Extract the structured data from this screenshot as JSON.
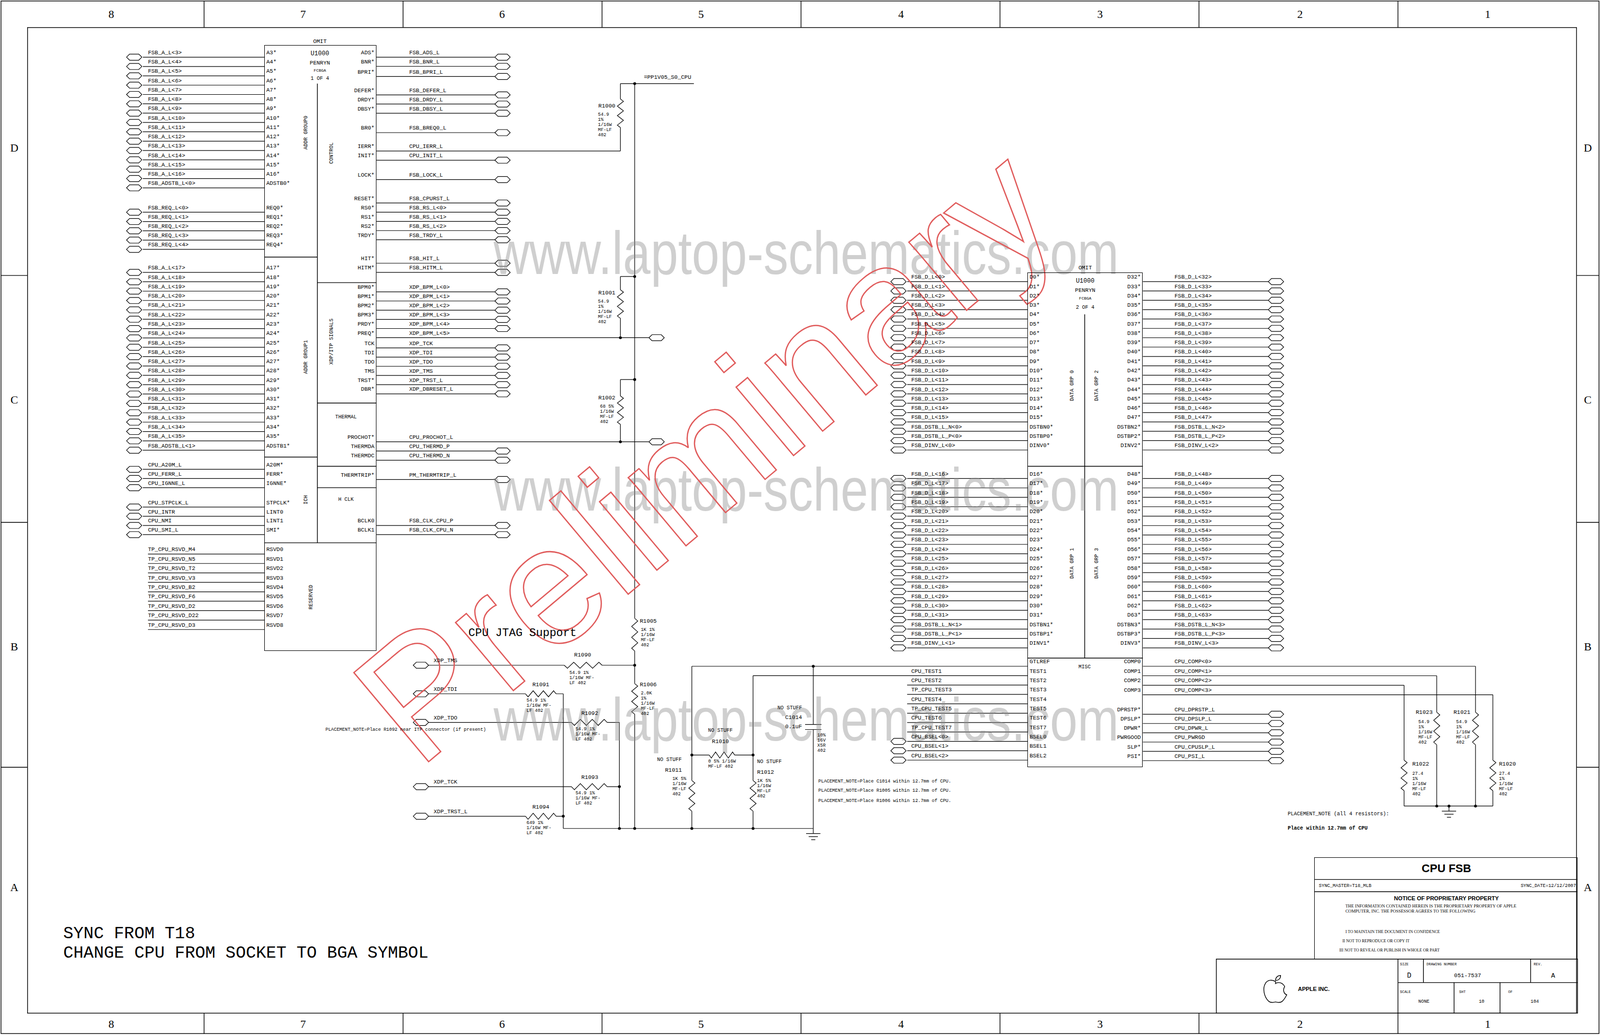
{
  "diagram": {
    "title": "CPU FSB",
    "nodes": [
      {
        "text": [
          "OMIT",
          "U1000",
          "PENRYN",
          "FCBGA",
          "1 OF 4"
        ]
      },
      {
        "text": [
          "OMIT",
          "U1000",
          "PENRYN",
          "FCBGA",
          "2 OF 4"
        ]
      },
      {
        "text": [
          "SYNC_MASTER=T18_MLB",
          "SYNC_DATE=12/12/2007",
          "NOTICE OF PROPRIETARY PROPERTY",
          "THE INFORMATION CONTAINED HEREIN IS THE PROPRIETARY PROPERTY OF APPLE COMPUTER, INC. THE POSSESSOR AGREES TO THE FOLLOWING",
          "I TO MAINTAIN THE DOCUMENT IN CONFIDENCE",
          "II NOT TO REPRODUCE OR COPY IT",
          "III NOT TO REVEAL OR PUBLISH IN WHOLE OR PART"
        ]
      }
    ],
    "labels": [
      "8",
      "7",
      "6",
      "5",
      "4",
      "3",
      "2",
      "1",
      "8",
      "7",
      "6",
      "5",
      "4",
      "3",
      "2",
      "1",
      "D",
      "C",
      "B",
      "A",
      "D",
      "C",
      "B",
      "A",
      "www.laptop-schematics.com",
      "www.laptop-schematics.com",
      "www.laptop-schematics.com",
      "Preliminary",
      "FSB_A_L<3>",
      "FSB_A_L<4>",
      "FSB_A_L<5>",
      "FSB_A_L<6>",
      "FSB_A_L<7>",
      "FSB_A_L<8>",
      "FSB_A_L<9>",
      "FSB_A_L<10>",
      "FSB_A_L<11>",
      "FSB_A_L<12>",
      "FSB_A_L<13>",
      "FSB_A_L<14>",
      "FSB_A_L<15>",
      "FSB_A_L<16>",
      "FSB_ADSTB_L<0>",
      "FSB_REQ_L<0>",
      "FSB_REQ_L<1>",
      "FSB_REQ_L<2>",
      "FSB_REQ_L<3>",
      "FSB_REQ_L<4>",
      "FSB_A_L<17>",
      "FSB_A_L<18>",
      "FSB_A_L<19>",
      "FSB_A_L<20>",
      "FSB_A_L<21>",
      "FSB_A_L<22>",
      "FSB_A_L<23>",
      "FSB_A_L<24>",
      "FSB_A_L<25>",
      "FSB_A_L<26>",
      "FSB_A_L<27>",
      "FSB_A_L<28>",
      "FSB_A_L<29>",
      "FSB_A_L<30>",
      "FSB_A_L<31>",
      "FSB_A_L<32>",
      "FSB_A_L<33>",
      "FSB_A_L<34>",
      "FSB_A_L<35>",
      "FSB_ADSTB_L<1>",
      "CPU_A20M_L",
      "CPU_FERR_L",
      "CPU_IGNNE_L",
      "CPU_STPCLK_L",
      "CPU_INTR",
      "CPU_NMI",
      "CPU_SMI_L",
      "TP_CPU_RSVD_M4",
      "TP_CPU_RSVD_N5",
      "TP_CPU_RSVD_T2",
      "TP_CPU_RSVD_V3",
      "TP_CPU_RSVD_B2",
      "TP_CPU_RSVD_F6",
      "TP_CPU_RSVD_D2",
      "TP_CPU_RSVD_D22",
      "TP_CPU_RSVD_D3",
      "A3*",
      "A4*",
      "A5*",
      "A6*",
      "A7*",
      "A8*",
      "A9*",
      "A10*",
      "A11*",
      "A12*",
      "A13*",
      "A14*",
      "A15*",
      "A16*",
      "ADSTB0*",
      "REQ0*",
      "REQ1*",
      "REQ2*",
      "REQ3*",
      "REQ4*",
      "A17*",
      "A18*",
      "A19*",
      "A20*",
      "A21*",
      "A22*",
      "A23*",
      "A24*",
      "A25*",
      "A26*",
      "A27*",
      "A28*",
      "A29*",
      "A30*",
      "A31*",
      "A32*",
      "A33*",
      "A34*",
      "A35*",
      "ADSTB1*",
      "A20M*",
      "FERR*",
      "IGNNE*",
      "STPCLK*",
      "LINT0",
      "LINT1",
      "SMI*",
      "RSVD0",
      "RSVD1",
      "RSVD2",
      "RSVD3",
      "RSVD4",
      "RSVD5",
      "RSVD6",
      "RSVD7",
      "RSVD8",
      "ADS*",
      "BNR*",
      "BPRI*",
      "DEFER*",
      "DRDY*",
      "DBSY*",
      "BR0*",
      "IERR*",
      "INIT*",
      "LOCK*",
      "RESET*",
      "RS0*",
      "RS1*",
      "RS2*",
      "TRDY*",
      "HIT*",
      "HITM*",
      "BPM0*",
      "BPM1*",
      "BPM2*",
      "BPM3*",
      "PRDY*",
      "PREQ*",
      "TCK",
      "TDI",
      "TDO",
      "TMS",
      "TRST*",
      "DBR*",
      "PROCHOT*",
      "THERMDA",
      "THERMDC",
      "THERMTRIP*",
      "BCLK0",
      "BCLK1",
      "FSB_ADS_L",
      "FSB_BNR_L",
      "FSB_BPRI_L",
      "FSB_DEFER_L",
      "FSB_DRDY_L",
      "FSB_DBSY_L",
      "FSB_BREQ0_L",
      "CPU_IERR_L",
      "CPU_INIT_L",
      "FSB_LOCK_L",
      "FSB_CPURST_L",
      "FSB_RS_L<0>",
      "FSB_RS_L<1>",
      "FSB_RS_L<2>",
      "FSB_TRDY_L",
      "FSB_HIT_L",
      "FSB_HITM_L",
      "XDP_BPM_L<0>",
      "XDP_BPM_L<1>",
      "XDP_BPM_L<2>",
      "XDP_BPM_L<3>",
      "XDP_BPM_L<4>",
      "XDP_BPM_L<5>",
      "XDP_TCK",
      "XDP_TDI",
      "XDP_TDO",
      "XDP_TMS",
      "XDP_TRST_L",
      "XDP_DBRESET_L",
      "CPU_PROCHOT_L",
      "CPU_THERMD_P",
      "CPU_THERMD_N",
      "PM_THERMTRIP_L",
      "FSB_CLK_CPU_P",
      "FSB_CLK_CPU_N",
      "ADDR GROUP0",
      "CONTROL",
      "ADDR GROUP1",
      "XDP/ITP SIGNALS",
      "THERMAL",
      "ICH",
      "H CLK",
      "RESERVED",
      "D0*",
      "D1*",
      "D2*",
      "D3*",
      "D4*",
      "D5*",
      "D6*",
      "D7*",
      "D8*",
      "D9*",
      "D10*",
      "D11*",
      "D12*",
      "D13*",
      "D14*",
      "D15*",
      "DSTBN0*",
      "DSTBP0*",
      "DINV0*",
      "D16*",
      "D17*",
      "D18*",
      "D19*",
      "D20*",
      "D21*",
      "D22*",
      "D23*",
      "D24*",
      "D25*",
      "D26*",
      "D27*",
      "D28*",
      "D29*",
      "D30*",
      "D31*",
      "DSTBN1*",
      "DSTBP1*",
      "DINV1*",
      "D32*",
      "D33*",
      "D34*",
      "D35*",
      "D36*",
      "D37*",
      "D38*",
      "D39*",
      "D40*",
      "D41*",
      "D42*",
      "D43*",
      "D44*",
      "D45*",
      "D46*",
      "D47*",
      "DSTBN2*",
      "DSTBP2*",
      "DINV2*",
      "D48*",
      "D49*",
      "D50*",
      "D51*",
      "D52*",
      "D53*",
      "D54*",
      "D55*",
      "D56*",
      "D57*",
      "D58*",
      "D59*",
      "D60*",
      "D61*",
      "D62*",
      "D63*",
      "DSTBN3*",
      "DSTBP3*",
      "DINV3*",
      "FSB_D_L<0>",
      "FSB_D_L<1>",
      "FSB_D_L<2>",
      "FSB_D_L<3>",
      "FSB_D_L<4>",
      "FSB_D_L<5>",
      "FSB_D_L<6>",
      "FSB_D_L<7>",
      "FSB_D_L<8>",
      "FSB_D_L<9>",
      "FSB_D_L<10>",
      "FSB_D_L<11>",
      "FSB_D_L<12>",
      "FSB_D_L<13>",
      "FSB_D_L<14>",
      "FSB_D_L<15>",
      "FSB_DSTB_L_N<0>",
      "FSB_DSTB_L_P<0>",
      "FSB_DINV_L<0>",
      "FSB_D_L<16>",
      "FSB_D_L<17>",
      "FSB_D_L<18>",
      "FSB_D_L<19>",
      "FSB_D_L<20>",
      "FSB_D_L<21>",
      "FSB_D_L<22>",
      "FSB_D_L<23>",
      "FSB_D_L<24>",
      "FSB_D_L<25>",
      "FSB_D_L<26>",
      "FSB_D_L<27>",
      "FSB_D_L<28>",
      "FSB_D_L<29>",
      "FSB_D_L<30>",
      "FSB_D_L<31>",
      "FSB_DSTB_L_N<1>",
      "FSB_DSTB_L_P<1>",
      "FSB_DINV_L<1>",
      "FSB_D_L<32>",
      "FSB_D_L<33>",
      "FSB_D_L<34>",
      "FSB_D_L<35>",
      "FSB_D_L<36>",
      "FSB_D_L<37>",
      "FSB_D_L<38>",
      "FSB_D_L<39>",
      "FSB_D_L<40>",
      "FSB_D_L<41>",
      "FSB_D_L<42>",
      "FSB_D_L<43>",
      "FSB_D_L<44>",
      "FSB_D_L<45>",
      "FSB_D_L<46>",
      "FSB_D_L<47>",
      "FSB_DSTB_L_N<2>",
      "FSB_DSTB_L_P<2>",
      "FSB_DINV_L<2>",
      "FSB_D_L<48>",
      "FSB_D_L<49>",
      "FSB_D_L<50>",
      "FSB_D_L<51>",
      "FSB_D_L<52>",
      "FSB_D_L<53>",
      "FSB_D_L<54>",
      "FSB_D_L<55>",
      "FSB_D_L<56>",
      "FSB_D_L<57>",
      "FSB_D_L<58>",
      "FSB_D_L<59>",
      "FSB_D_L<60>",
      "FSB_D_L<61>",
      "FSB_D_L<62>",
      "FSB_D_L<63>",
      "FSB_DSTB_L_N<3>",
      "FSB_DSTB_L_P<3>",
      "FSB_DINV_L<3>",
      "DATA GRP 0",
      "DATA GRP 2",
      "DATA GRP 1",
      "DATA GRP 3",
      "MISC",
      "GTLREF",
      "TEST1",
      "TEST2",
      "TEST3",
      "TEST4",
      "TEST5",
      "TEST6",
      "TEST7",
      "BSEL0",
      "BSEL1",
      "BSEL2",
      "COMP0",
      "COMP1",
      "COMP2",
      "COMP3",
      "DPRSTP*",
      "DPSLP*",
      "DPWR*",
      "PWRGOOD",
      "SLP*",
      "PSI*",
      "CPU_TEST1",
      "CPU_TEST2",
      "TP_CPU_TEST3",
      "CPU_TEST4",
      "TP_CPU_TEST5",
      "CPU_TEST6",
      "TP_CPU_TEST7",
      "CPU_BSEL<0>",
      "CPU_BSEL<1>",
      "CPU_BSEL<2>",
      "CPU_COMP<0>",
      "CPU_COMP<1>",
      "CPU_COMP<2>",
      "CPU_COMP<3>",
      "CPU_DPRSTP_L",
      "CPU_DPSLP_L",
      "CPU_DPWR_L",
      "CPU_PWRGD",
      "CPU_CPUSLP_L",
      "CPU_PSI_L",
      "=PP1V05_S0_CPU",
      "R1000",
      "54.9 1% 1/16W MF-LF 402",
      "R1001",
      "54.9 1% 1/16W MF-LF 402",
      "R1002",
      "68 5% 1/16W MF-LF 402",
      "CPU JTAG Support",
      "R1005",
      "1K 1% 1/16W MF-LF 402",
      "R1006",
      "2.0K 1% 1/16W MF-LF 402",
      "R1090",
      "54.9 1% 1/16W MF-LF 402",
      "R1091",
      "54.9 1% 1/16W MF-LF 402",
      "R1092",
      "54.9 1% 1/16W MF-LF 402",
      "R1093",
      "54.9 1% 1/16W MF-LF 402",
      "R1094",
      "649 1% 1/16W MF-LF 402",
      "XDP_TMS",
      "XDP_TDI",
      "XDP_TDO",
      "XDP_TCK",
      "XDP_TRST_L",
      "PLACEMENT_NOTE=Place R1092 near ITP connector (if present)",
      "NO STUFF",
      "R1010",
      "0 5% 1/16W MF-LF 402",
      "NO STUFF",
      "R1011",
      "1K 5% 1/16W MF-LF 402",
      "NO STUFF",
      "R1012",
      "1K 5% 1/16W MF-LF 402",
      "NO STUFF",
      "C1014",
      "0.1uF",
      "10% 16V X5R 402",
      "PLACEMENT_NOTE=Place C1014 within 12.7mm of CPU.",
      "PLACEMENT_NOTE=Place R1005 within 12.7mm of CPU.",
      "PLACEMENT_NOTE=Place R1006 within 12.7mm of CPU.",
      "R1023",
      "54.9 1% 1/16W MF-LF 402",
      "R1021",
      "54.9 1% 1/16W MF-LF 402",
      "R1022",
      "27.4 1% 1/16W MF-LF 402",
      "R1020",
      "27.4 1% 1/16W MF-LF 402",
      "PLACEMENT_NOTE (all 4 resistors):",
      "Place within 12.7mm of CPU",
      "SYNC FROM T18",
      "CHANGE CPU FROM SOCKET TO BGA SYMBOL",
      "APPLE INC.",
      "SIZE",
      "D",
      "DRAWING NUMBER",
      "051-7537",
      "REV.",
      "A",
      "SCALE",
      "NONE",
      "SHT",
      "10",
      "OF",
      "104"
    ]
  }
}
